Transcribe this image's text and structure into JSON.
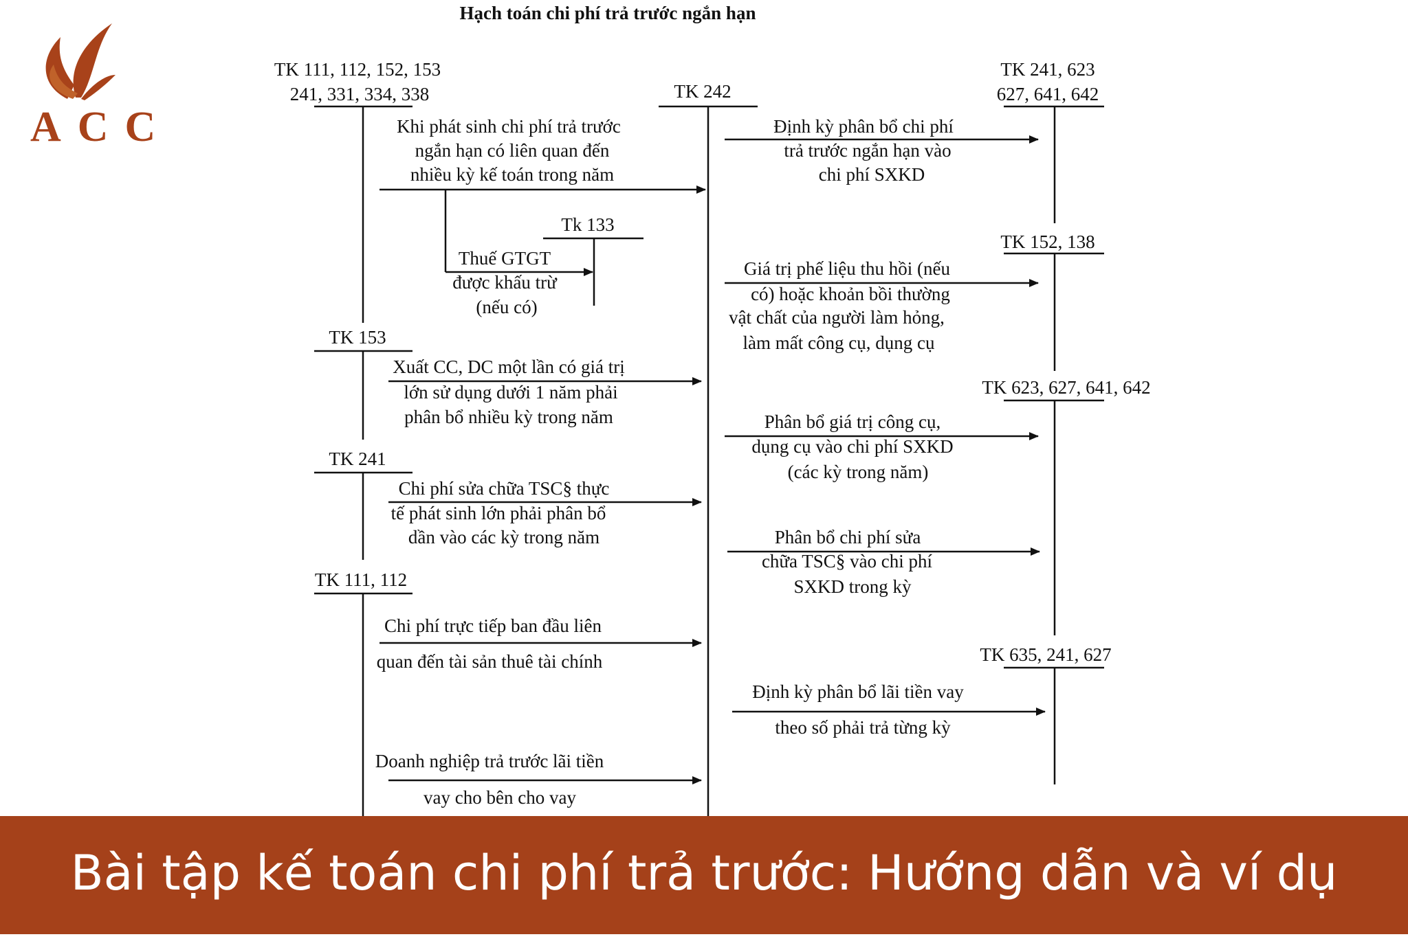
{
  "brand": {
    "logo_text": "ACC",
    "color": "#a5411a"
  },
  "diagram_title": "Hạch toán chi phí trả trước ngắn hạn",
  "accounts": {
    "left_top": [
      "TK 111, 112, 152, 153",
      "241, 331, 334, 338"
    ],
    "center": "TK 242",
    "tk133": "Tk 133",
    "tk153": "TK 153",
    "tk241": "TK 241",
    "tk111": "TK 111, 112",
    "right_1": [
      "TK 241, 623",
      "627, 641, 642"
    ],
    "right_2": "TK 152, 138",
    "right_3": "TK 623, 627, 641, 642",
    "right_4": "TK 635, 241, 627"
  },
  "entries": {
    "l1": [
      "Khi phát sinh chi phí trả trước",
      "ngắn hạn có liên quan đến",
      "nhiều kỳ kế toán trong năm"
    ],
    "vat": [
      "Thuế GTGT",
      "được khấu trừ",
      "(nếu có)"
    ],
    "l2": [
      "Xuất CC, DC một lần có giá trị",
      "lớn sử dụng dưới 1 năm phải",
      "phân bổ nhiều kỳ trong năm"
    ],
    "l3": [
      "Chi phí sửa chữa TSC§ thực",
      "tế phát sinh lớn phải phân bổ",
      "dần vào các kỳ trong năm"
    ],
    "l4": [
      "Chi phí trực tiếp ban đầu liên",
      "quan đến tài sản thuê tài chính"
    ],
    "l5": [
      "Doanh nghiệp trả trước lãi tiền",
      "vay cho bên cho vay"
    ],
    "r1": [
      "Định kỳ phân bổ chi phí",
      "trả trước ngắn hạn vào",
      "chi phí SXKD"
    ],
    "r2": [
      "Giá trị phế liệu thu hồi (nếu",
      "có) hoặc khoản bồi thường",
      "vật chất của người làm hỏng,",
      "làm mất công cụ, dụng cụ"
    ],
    "r3": [
      "Phân bổ giá trị công cụ,",
      "dụng cụ vào chi phí SXKD",
      "(các kỳ trong năm)"
    ],
    "r4": [
      "Phân bổ chi phí sửa",
      "chữa TSC§ vào chi phí",
      "SXKD trong kỳ"
    ],
    "r5": [
      "Định kỳ phân bổ lãi tiền vay",
      "theo số phải trả từng kỳ"
    ]
  },
  "banner": {
    "title": "Bài tập kế toán chi phí trả trước: Hướng dẫn và ví dụ"
  }
}
